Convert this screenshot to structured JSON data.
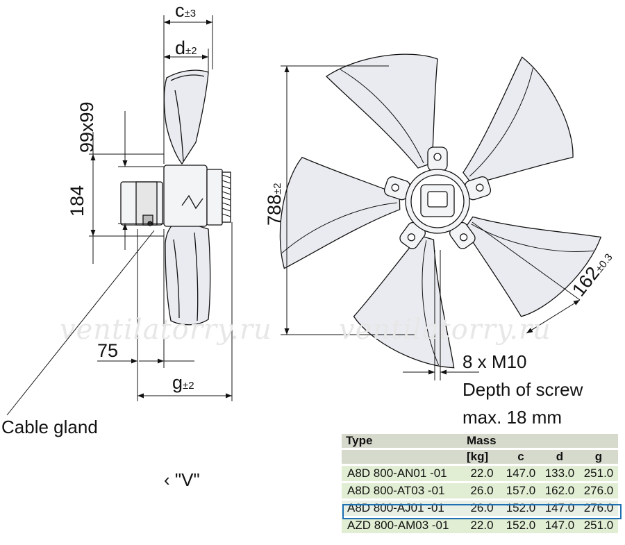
{
  "watermarks": [
    "ventilatorry.ru",
    "ventilatorry.ru"
  ],
  "dimensions": {
    "c": {
      "label": "c",
      "tol": "±3"
    },
    "d": {
      "label": "d",
      "tol": "±2"
    },
    "g": {
      "label": "g",
      "tol": "±2"
    },
    "sq": "99x99",
    "h184": "184",
    "w75": "75",
    "dia": {
      "label": "788",
      "tol": "±2"
    },
    "bolt": {
      "label": "162",
      "tol": "±0.3"
    }
  },
  "labels": {
    "screws": "8 x M10",
    "depth1": "Depth of screw",
    "depth2": "max. 18 mm",
    "cable": "Cable gland",
    "view": "‹ \"V\""
  },
  "table": {
    "headers": [
      "Type",
      "Mass [kg]",
      "c",
      "d",
      "g"
    ],
    "header_line1": [
      "Type",
      "Mass",
      "",
      "",
      ""
    ],
    "header_line2": [
      "",
      "[kg]",
      "c",
      "d",
      "g"
    ],
    "rows": [
      [
        "A8D 800-AN01 -01",
        "22.0",
        "147.0",
        "133.0",
        "251.0"
      ],
      [
        "A8D 800-AT03 -01",
        "26.0",
        "157.0",
        "162.0",
        "276.0"
      ],
      [
        "A8D 800-AJ01 -01",
        "26.0",
        "152.0",
        "147.0",
        "276.0"
      ],
      [
        "AZD 800-AM03 -01",
        "22.0",
        "152.0",
        "147.0",
        "251.0"
      ]
    ],
    "selected_row": 2
  },
  "colors": {
    "selection": "#1f6fb3",
    "row_fill": "#e1eed3",
    "header_fill": "#d6dacd",
    "blade_fill": "#e9ebf0"
  }
}
